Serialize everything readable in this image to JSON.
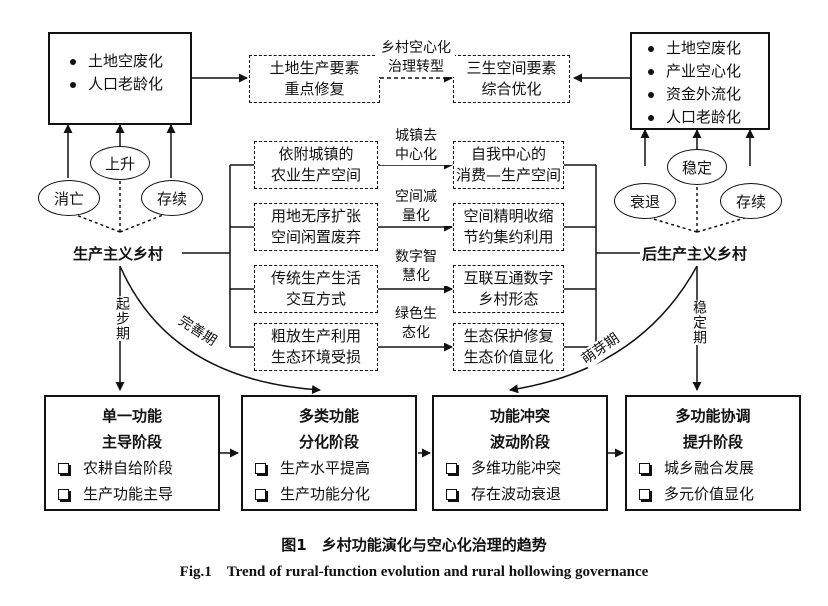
{
  "left_top_box": {
    "items": [
      "土地空废化",
      "人口老龄化"
    ]
  },
  "right_top_box": {
    "items": [
      "土地空废化",
      "产业空心化",
      "资金外流化",
      "人口老龄化"
    ]
  },
  "top_dashed": {
    "left": [
      "土地生产要素",
      "重点修复"
    ],
    "right": [
      "三生空间要素",
      "综合优化"
    ],
    "label": [
      "乡村空心化",
      "治理转型"
    ]
  },
  "left_ovals": {
    "top": "上升",
    "left": "消亡",
    "right": "存续"
  },
  "right_ovals": {
    "top": "稳定",
    "left": "衰退",
    "right": "存续"
  },
  "left_main": "生产主义乡村",
  "right_main": "后生产主义乡村",
  "transitions": [
    {
      "left": [
        "依附城镇的",
        "农业生产空间"
      ],
      "label": [
        "城镇去",
        "中心化"
      ],
      "right": [
        "自我中心的",
        "消费—生产空间"
      ]
    },
    {
      "left": [
        "用地无序扩张",
        "空间闲置废弃"
      ],
      "label": [
        "空间减",
        "量化"
      ],
      "right": [
        "空间精明收缩",
        "节约集约利用"
      ]
    },
    {
      "left": [
        "传统生产生活",
        "交互方式"
      ],
      "label": [
        "数字智",
        "慧化"
      ],
      "right": [
        "互联互通数字",
        "乡村形态"
      ]
    },
    {
      "left": [
        "粗放生产利用",
        "生态环境受损"
      ],
      "label": [
        "绿色生",
        "态化"
      ],
      "right": [
        "生态保护修复",
        "生态价值显化"
      ]
    }
  ],
  "period_labels": {
    "start": "起步期",
    "improve": "完善期",
    "sprout": "萌芽期",
    "stable": "稳定期"
  },
  "stages": [
    {
      "title": [
        "单一功能",
        "主导阶段"
      ],
      "items": [
        "农耕自给阶段",
        "生产功能主导"
      ]
    },
    {
      "title": [
        "多类功能",
        "分化阶段"
      ],
      "items": [
        "生产水平提高",
        "生产功能分化"
      ]
    },
    {
      "title": [
        "功能冲突",
        "波动阶段"
      ],
      "items": [
        "多维功能冲突",
        "存在波动衰退"
      ]
    },
    {
      "title": [
        "多功能协调",
        "提升阶段"
      ],
      "items": [
        "城乡融合发展",
        "多元价值显化"
      ]
    }
  ],
  "caption": {
    "cn": "图1　乡村功能演化与空心化治理的趋势",
    "en": "Fig.1　Trend of rural-function evolution and rural hollowing governance"
  }
}
